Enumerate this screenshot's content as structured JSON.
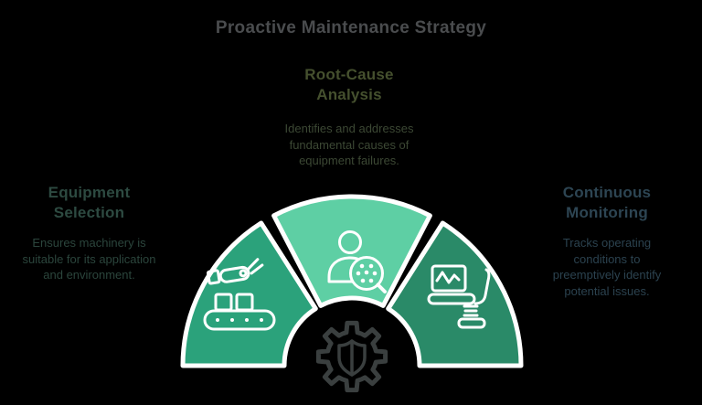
{
  "title": "Proactive Maintenance Strategy",
  "colors": {
    "background": "#000000",
    "title": "#4a4c4e",
    "segment_outline": "#ffffff",
    "icon_stroke": "#ffffff",
    "gear": "#3a3f3f"
  },
  "sections": {
    "equipment_selection": {
      "heading": "Equipment\nSelection",
      "description": "Ensures machinery is\nsuitable for its application\nand environment.",
      "heading_color": "#2d4a41",
      "description_color": "#2b453c",
      "segment_fill": "#2ba27b",
      "icon": "conveyor-robot-arm-icon"
    },
    "root_cause_analysis": {
      "heading": "Root-Cause\nAnalysis",
      "description": "Identifies and addresses\nfundamental causes of\nequipment failures.",
      "heading_color": "#45502e",
      "description_color": "#3c4834",
      "segment_fill": "#5ecfa4",
      "icon": "analyst-magnifier-icon"
    },
    "continuous_monitoring": {
      "heading": "Continuous\nMonitoring",
      "description": "Tracks operating\nconditions to\npreemptively identify\npotential issues.",
      "heading_color": "#2d4553",
      "description_color": "#2b424f",
      "segment_fill": "#2a8a68",
      "icon": "monitoring-station-icon"
    }
  },
  "center_icon": "gear-shield-icon"
}
